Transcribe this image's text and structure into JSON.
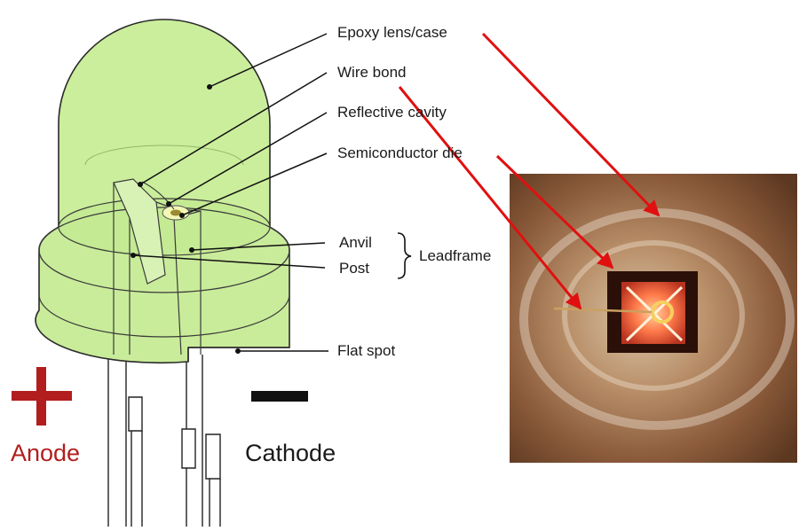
{
  "labels": {
    "epoxy_lens": "Epoxy lens/case",
    "wire_bond": "Wire bond",
    "reflective_cavity": "Reflective cavity",
    "semiconductor_die": "Semiconductor die",
    "anvil": "Anvil",
    "post": "Post",
    "leadframe": "Leadframe",
    "flat_spot": "Flat spot",
    "anode": "Anode",
    "cathode": "Cathode"
  },
  "colors": {
    "lens_fill": "#c9ec9a",
    "lens_outline": "#2a2a2a",
    "arrow": "#e01010",
    "anode_plus": "#b21e1e",
    "cathode_minus": "#111111",
    "photo_bg": "#8a5a3a"
  },
  "symbols": {
    "anode_symbol": "plus-sign",
    "cathode_symbol": "minus-sign"
  }
}
